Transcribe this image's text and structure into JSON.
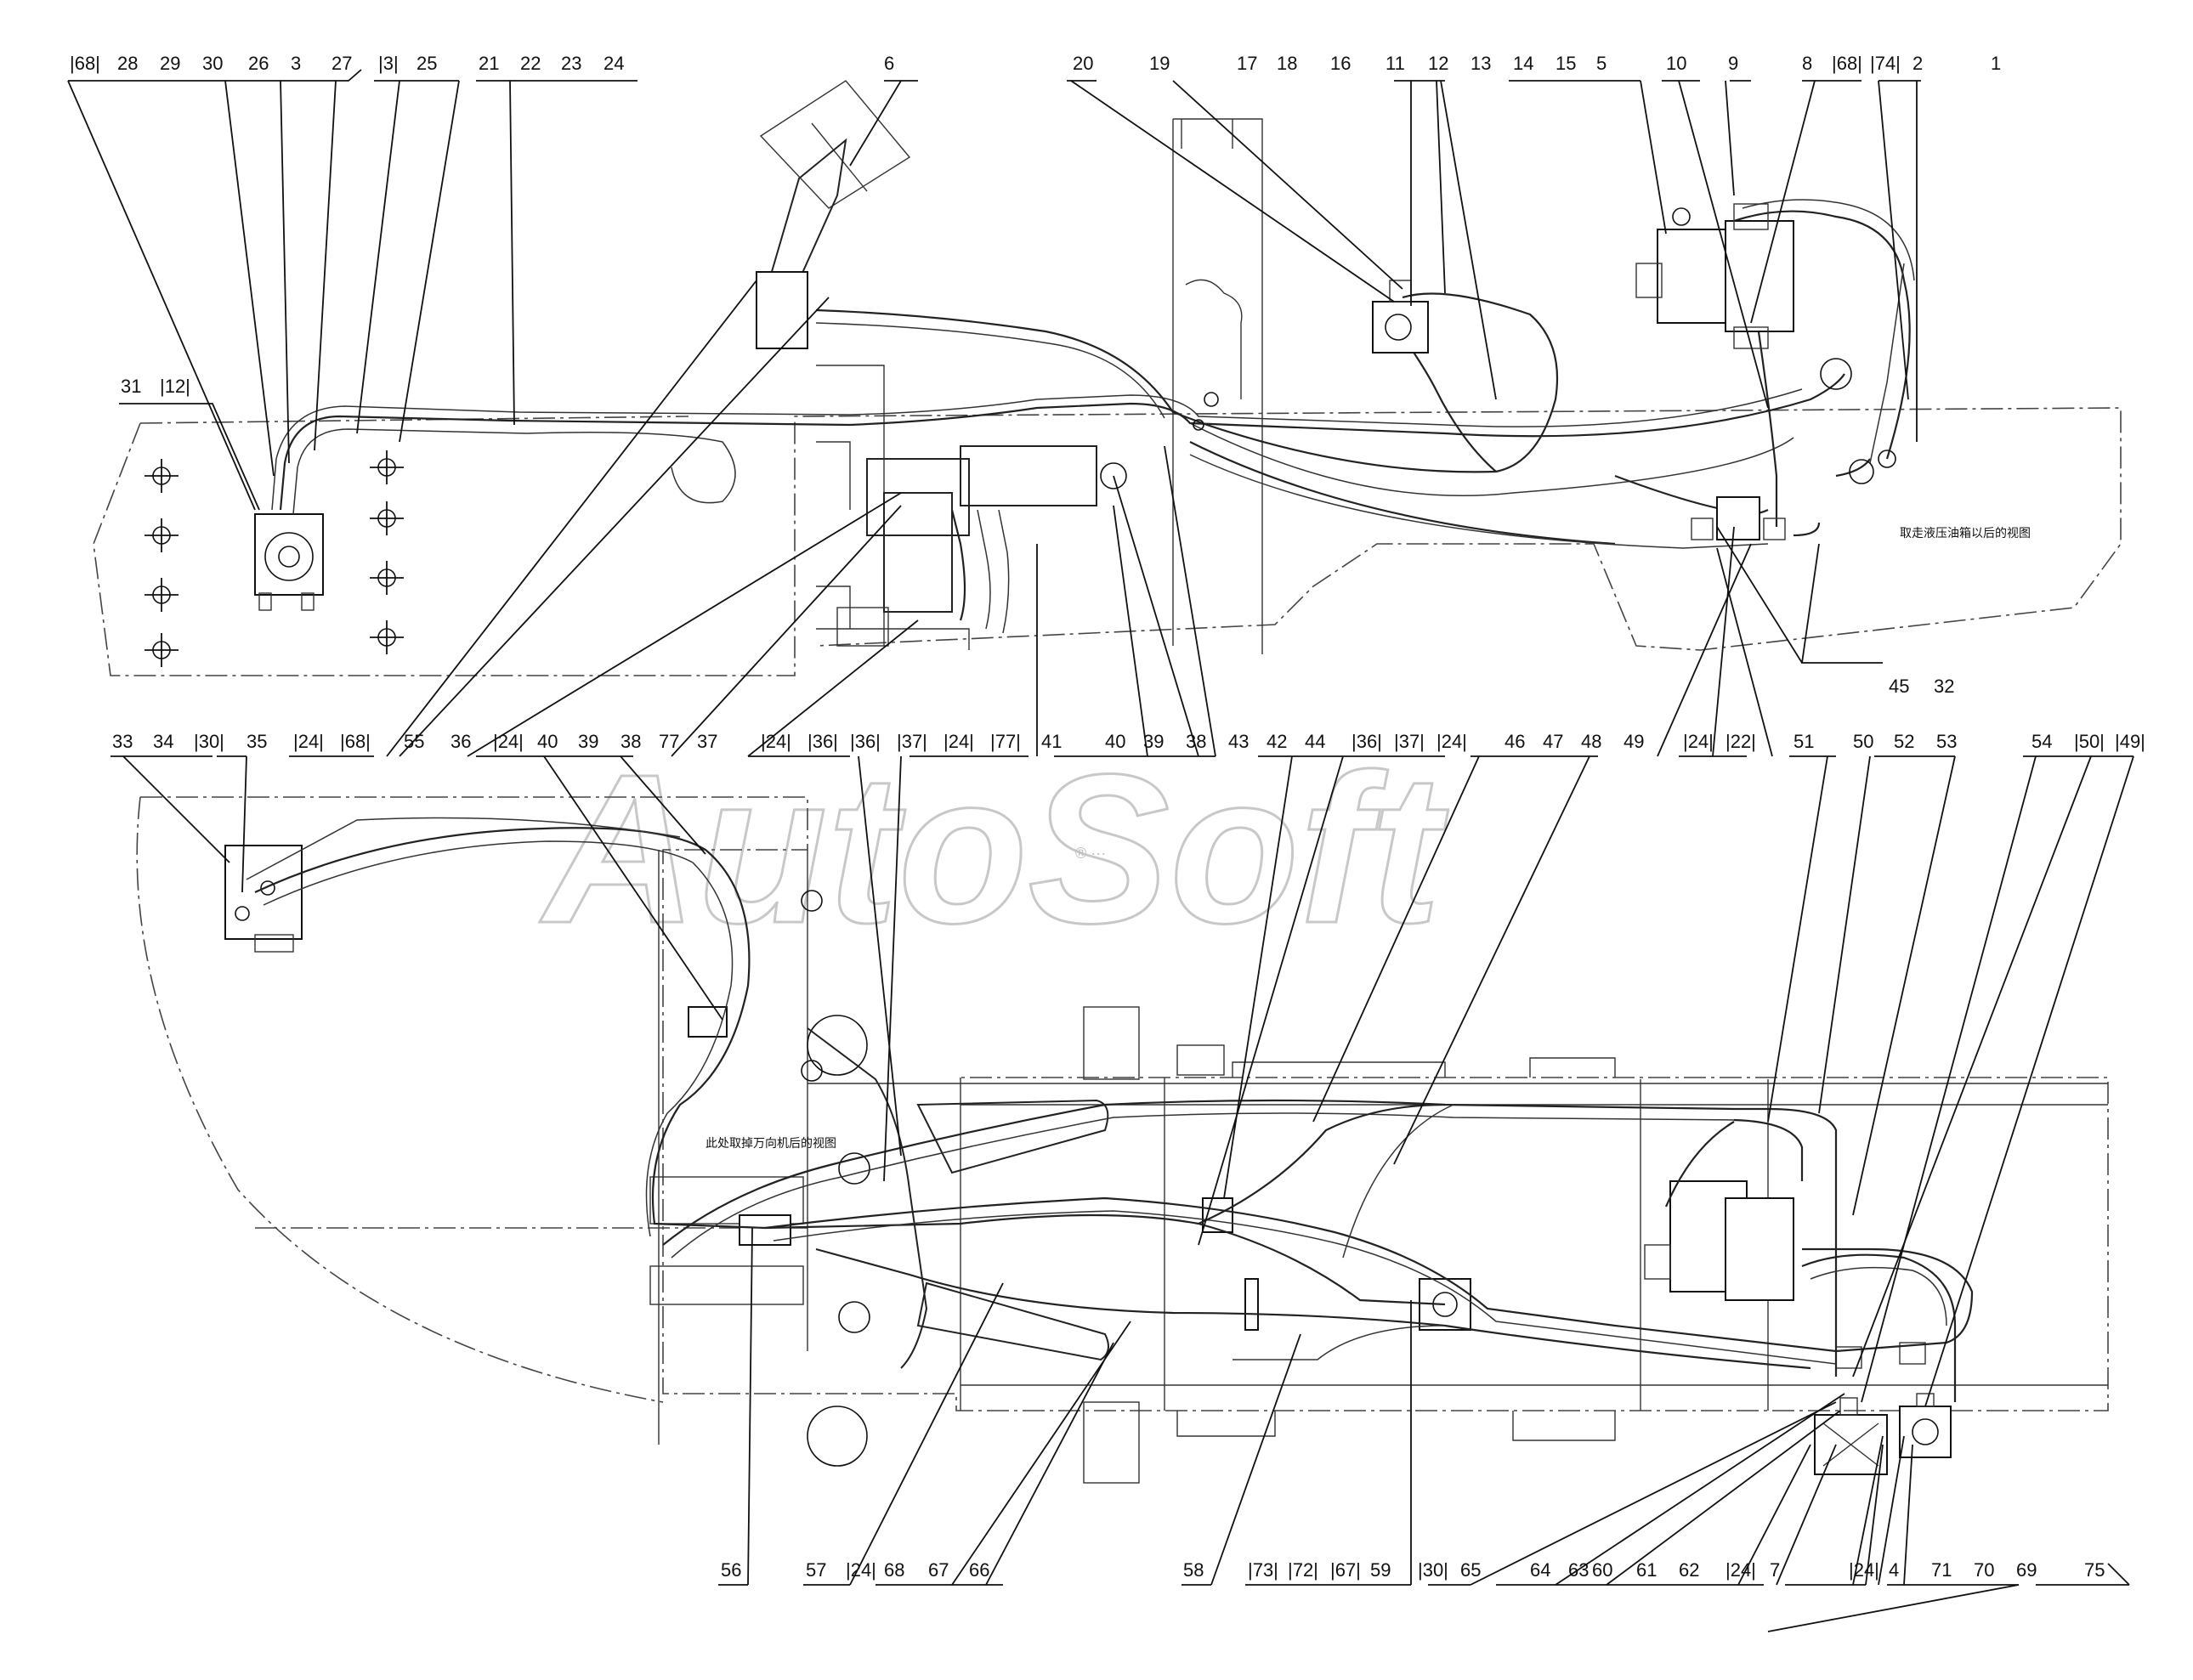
{
  "callouts_top": [
    "|68|",
    "28",
    "29",
    "30",
    "26",
    "3",
    "27",
    "|3|",
    "25",
    "21",
    "22",
    "23",
    "24",
    "6",
    "20",
    "19",
    "17",
    "18",
    "16",
    "11",
    "12",
    "13",
    "14",
    "15",
    "5",
    "10",
    "9",
    "8",
    "|68|",
    "|74|",
    "2",
    "1"
  ],
  "callouts_mid_left": [
    "31",
    "|12|"
  ],
  "callouts_mid_right": [
    "45",
    "32"
  ],
  "callouts_row2": [
    "33",
    "34",
    "|30|",
    "35",
    "|24|",
    "|68|",
    "55",
    "36",
    "|24|",
    "40",
    "39",
    "38",
    "77",
    "37",
    "|24|",
    "|36|",
    "|36|",
    "|37|",
    "|24|",
    "|77|",
    "41",
    "40",
    "39",
    "38",
    "43",
    "42",
    "44",
    "|36|",
    "|37|",
    "|24|",
    "46",
    "47",
    "48",
    "49",
    "|24|",
    "|22|",
    "51",
    "50",
    "52",
    "53",
    "54",
    "|50|",
    "|49|"
  ],
  "callouts_bottom": [
    "56",
    "57",
    "|24|",
    "68",
    "67",
    "66",
    "58",
    "|73|",
    "|72|",
    "|67|",
    "59",
    "|30|",
    "65",
    "64",
    "63",
    "60",
    "61",
    "62",
    "|24|",
    "7",
    "|24|",
    "4",
    "71",
    "70",
    "69",
    "75"
  ],
  "notes": {
    "top_right": "取走液压油箱以后的视图",
    "bottom_left": "此处取掉万向机后的视图"
  },
  "watermark": {
    "brand": "AutoSoft",
    "sub": "®   ···"
  },
  "colors": {
    "line": "#222222",
    "watermark": "#c8c8c8"
  }
}
